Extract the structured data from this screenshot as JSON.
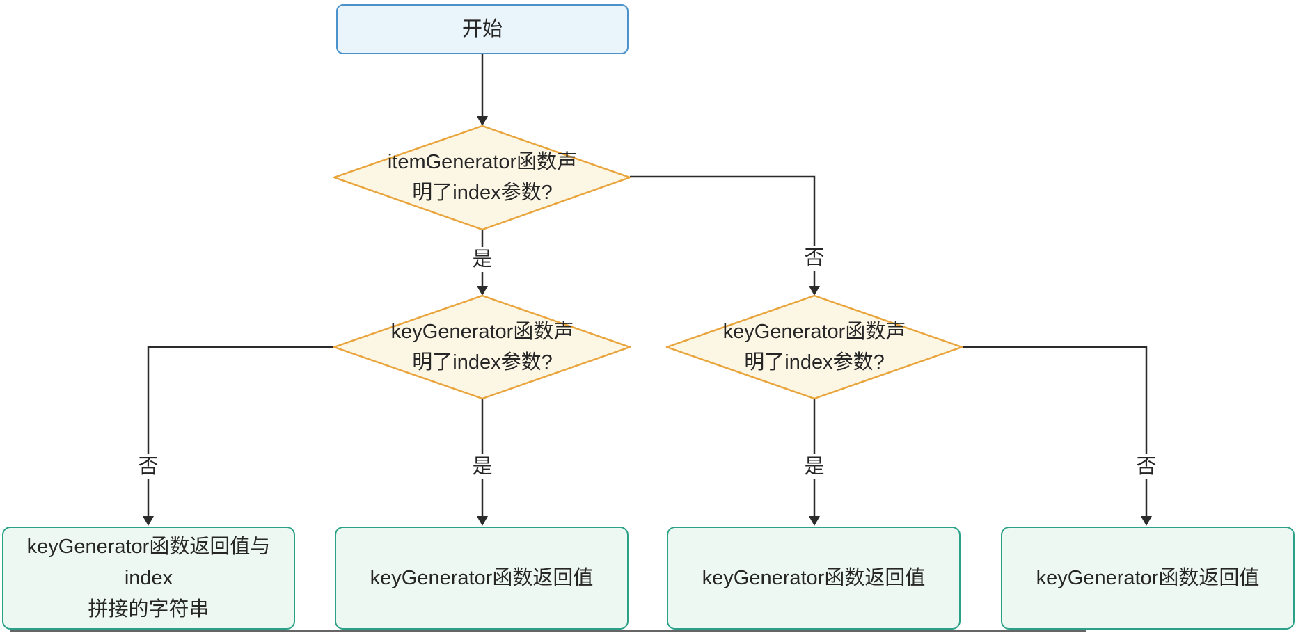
{
  "diagram": {
    "type": "flowchart",
    "direction": "top-down",
    "nodes": [
      {
        "id": "start",
        "shape": "rounded-rect",
        "label": "开始"
      },
      {
        "id": "d1",
        "shape": "diamond",
        "label": "itemGenerator函数声\n明了index参数?"
      },
      {
        "id": "d2l",
        "shape": "diamond",
        "label": "keyGenerator函数声\n明了index参数?"
      },
      {
        "id": "d2r",
        "shape": "diamond",
        "label": "keyGenerator函数声\n明了index参数?"
      },
      {
        "id": "result1",
        "shape": "rounded-rect",
        "label": "keyGenerator函数返回值与index\n拼接的字符串"
      },
      {
        "id": "result2",
        "shape": "rounded-rect",
        "label": "keyGenerator函数返回值"
      },
      {
        "id": "result3",
        "shape": "rounded-rect",
        "label": "keyGenerator函数返回值"
      },
      {
        "id": "result4",
        "shape": "rounded-rect",
        "label": "keyGenerator函数返回值"
      }
    ],
    "edges": [
      {
        "from": "start",
        "to": "d1",
        "label": ""
      },
      {
        "from": "d1",
        "to": "d2l",
        "label": "是"
      },
      {
        "from": "d1",
        "to": "d2r",
        "label": "否"
      },
      {
        "from": "d2l",
        "to": "result1",
        "label": "否"
      },
      {
        "from": "d2l",
        "to": "result2",
        "label": "是"
      },
      {
        "from": "d2r",
        "to": "result3",
        "label": "是"
      },
      {
        "from": "d2r",
        "to": "result4",
        "label": "否"
      }
    ],
    "colors": {
      "start_fill": "#EAF4FB",
      "start_border": "#4B92CD",
      "decision_fill": "#FCF6E5",
      "decision_border": "#E9A43C",
      "result_fill": "#EEF8F2",
      "result_border": "#2BA187",
      "line_color": "#2B2B2B",
      "text_color": "#262626",
      "background": "#FFFFFF",
      "bottom_shadow": "#4A4A4A"
    }
  }
}
